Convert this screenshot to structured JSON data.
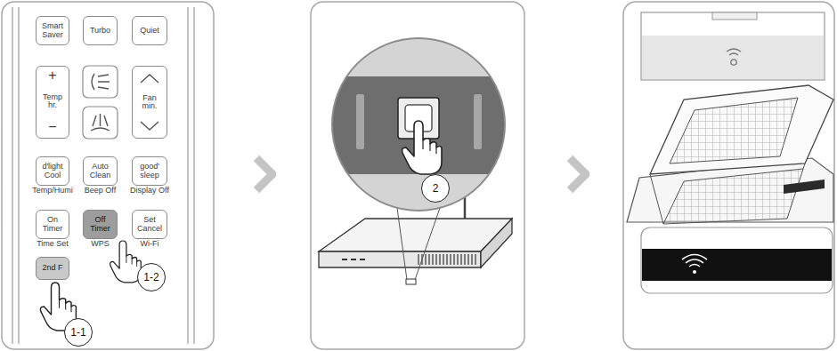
{
  "diagram": {
    "nodes": [
      {
        "text": [
          "Smart Saver"
        ]
      },
      {
        "text": [
          "Turbo"
        ]
      },
      {
        "text": [
          "Quiet"
        ]
      },
      {
        "text": [
          "+",
          "Temp hr.",
          "−"
        ]
      },
      {
        "text": [
          "Fan min."
        ]
      },
      {
        "text": [
          "d'light Cool",
          "Temp/Humi"
        ]
      },
      {
        "text": [
          "Auto Clean",
          "Beep Off"
        ]
      },
      {
        "text": [
          "good' sleep",
          "Display Off"
        ]
      },
      {
        "text": [
          "On Timer",
          "Time Set"
        ]
      },
      {
        "text": [
          "Off Timer",
          "WPS"
        ]
      },
      {
        "text": [
          "Set Cancel",
          "Wi-Fi"
        ]
      },
      {
        "text": [
          "2nd F"
        ]
      }
    ],
    "labels": [
      "1-1",
      "1-2",
      "2"
    ]
  }
}
